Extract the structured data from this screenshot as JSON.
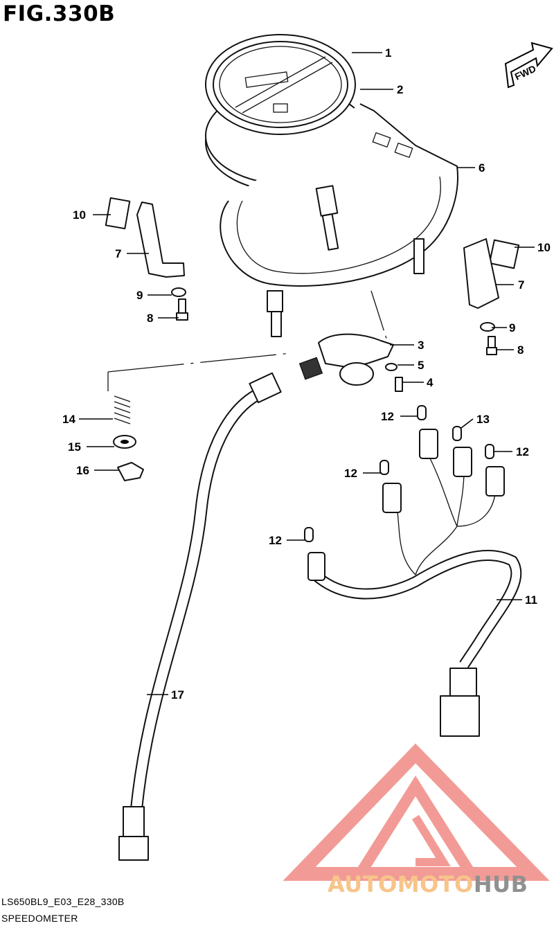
{
  "figure": {
    "title": "FIG.330B"
  },
  "fwd_arrow": {
    "label": "FWD"
  },
  "callouts": [
    {
      "id": "c1",
      "label": "1"
    },
    {
      "id": "c2",
      "label": "2"
    },
    {
      "id": "c6",
      "label": "6"
    },
    {
      "id": "c10a",
      "label": "10"
    },
    {
      "id": "c7a",
      "label": "7"
    },
    {
      "id": "c9a",
      "label": "9"
    },
    {
      "id": "c8a",
      "label": "8"
    },
    {
      "id": "c10b",
      "label": "10"
    },
    {
      "id": "c7b",
      "label": "7"
    },
    {
      "id": "c9b",
      "label": "9"
    },
    {
      "id": "c8b",
      "label": "8"
    },
    {
      "id": "c3",
      "label": "3"
    },
    {
      "id": "c5",
      "label": "5"
    },
    {
      "id": "c4",
      "label": "4"
    },
    {
      "id": "c14",
      "label": "14"
    },
    {
      "id": "c15",
      "label": "15"
    },
    {
      "id": "c16",
      "label": "16"
    },
    {
      "id": "c12a",
      "label": "12"
    },
    {
      "id": "c13",
      "label": "13"
    },
    {
      "id": "c12b",
      "label": "12"
    },
    {
      "id": "c12c",
      "label": "12"
    },
    {
      "id": "c12d",
      "label": "12"
    },
    {
      "id": "c11",
      "label": "11"
    },
    {
      "id": "c17",
      "label": "17"
    }
  ],
  "footer": {
    "code": "LS650BL9_E03_E28_330B",
    "name": "SPEEDOMETER"
  },
  "watermark": {
    "word_1": "AUTOMOTO",
    "word_2": "HUB",
    "color_logo": "#f08a84",
    "color_word_1": "#f7c48a",
    "color_word_2": "#909090"
  }
}
